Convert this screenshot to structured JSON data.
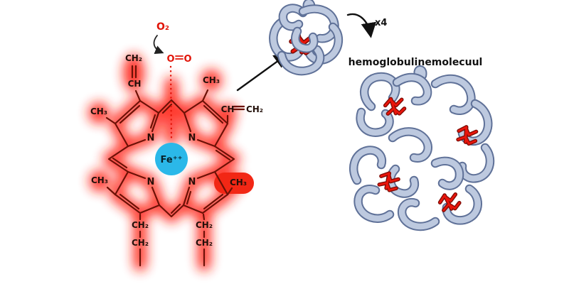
{
  "colors": {
    "glow_red": "#ff2412",
    "bond_dark_red": "#6d1106",
    "oxygen_red": "#e11408",
    "iron_circle_fill": "#2bb8e9",
    "methyl_highlight_red": "#f22715",
    "protein_tube_fill": "#bdc9df",
    "protein_tube_outline": "#5f7198",
    "heme_marker_red": "#ea150b"
  },
  "heme_group": {
    "o2_label": "O₂",
    "o_left": "O",
    "o_right": "O",
    "fe_label": "Fe⁺⁺",
    "nitrogens": [
      "N",
      "N",
      "N",
      "N"
    ],
    "methyls": [
      "CH₃",
      "CH₃",
      "CH₃",
      "CH₃"
    ],
    "vinyl_top": {
      "ch2": "CH₂",
      "ch": "CH"
    },
    "vinyl_right": {
      "ch": "CH",
      "ch2": "CH₂"
    },
    "propionate_left": [
      "CH₂",
      "CH₂"
    ],
    "propionate_right": [
      "CH₂",
      "CH₂"
    ]
  },
  "hemoglobin": {
    "multiplier_label": "x4",
    "molecule_label": "hemoglobulinemolecuul"
  }
}
